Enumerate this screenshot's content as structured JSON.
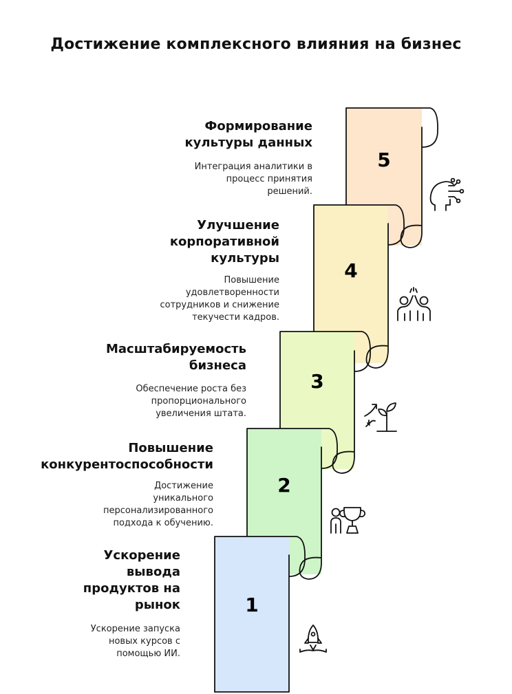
{
  "title": "Достижение комплексного влияния на бизнес",
  "steps": [
    {
      "number": "1",
      "color": "#d6e6fb",
      "title": "Ускорение\nвывода\nпродуктов на\nрынок",
      "description": "Ускорение запуска\nновых курсов с\nпомощью ИИ.",
      "icon": "rocket-icon"
    },
    {
      "number": "2",
      "color": "#cdf5c8",
      "title": "Повышение\nконкурентоспособности",
      "description": "Достижение\nуникального\nперсонализированного\nподхода к обучению.",
      "icon": "person-trophy-icon"
    },
    {
      "number": "3",
      "color": "#eaf9c3",
      "title": "Масштабируемость\nбизнеса",
      "description": "Обеспечение роста без\nпропорционального\nувеличения штата.",
      "icon": "growing-plant-icon"
    },
    {
      "number": "4",
      "color": "#fbf0c4",
      "title": "Улучшение\nкорпоративной\nкультуры",
      "description": "Повышение\nудовлетворенности\nсотрудников и снижение\nтекучести кадров.",
      "icon": "high-five-icon"
    },
    {
      "number": "5",
      "color": "#fde6cc",
      "title": "Формирование\nкультуры данных",
      "description": "Интеграция аналитики в\nпроцесс принятия\nрешений.",
      "icon": "head-circuit-icon"
    }
  ]
}
